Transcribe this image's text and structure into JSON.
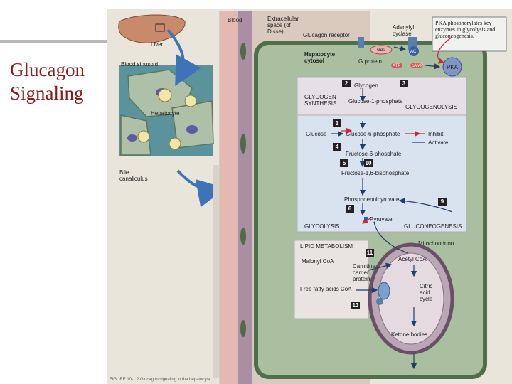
{
  "slide": {
    "title_line1": "Glucagon",
    "title_line2": "Signaling"
  },
  "labels": {
    "liver": "Liver",
    "blood_sinusoid": "Blood sinusoid",
    "hepatocyte": "Hepatocyte",
    "bile_canaliculus": "Bile canaliculus",
    "blood": "Blood",
    "extracellular_space": "Extracellular space (of Disse)",
    "glucagon_receptor": "Glucagon receptor",
    "adenylyl_cyclase": "Adenylyl cyclase",
    "pka_note": "PKA phosphorylates key enzymes in glycolysis and gluconeogenesis.",
    "hepatocyte_cytosol": "Hepatocyte cytosol",
    "g_protein": "G protein",
    "g_alpha_s": "Gαs",
    "ac": "AC",
    "atp": "ATP",
    "camp": "cAMP",
    "pka": "PKA",
    "glycogen": "Glycogen",
    "glycogen_synthesis": "GLYCOGEN SYNTHESIS",
    "glucose_1_phosphate": "Glucose-1-phosphate",
    "glycogenolysis": "GLYCOGENOLYSIS",
    "glucose": "Glucose",
    "glucose_6_phosphate": "Glucose-6-phosphate",
    "inhibit": "Inhibit",
    "activate": "Activate",
    "fructose_6_phosphate": "Fructose-6-phosphate",
    "fructose_16_bisphosphate": "Fructose-1,6-bisphosphate",
    "phosphoenolpyruvate": "Phosphoenolpyruvate",
    "pyruvate": "Pyruvate",
    "glycolysis": "GLYCOLYSIS",
    "gluconeogenesis": "GLUCONEOGENESIS",
    "lipid_metabolism": "LIPID METABOLISM",
    "mitochondrion": "Mitochondrion",
    "malonyl_coa": "Malonyl CoA",
    "acetyl_coa": "Acetyl CoA",
    "carnitine_carrier_protein": "Carnitine carrier protein",
    "free_fatty_acids_coa": "Free fatty acids CoA",
    "citric_acid_cycle": "Citric acid cycle",
    "ketone_bodies": "Ketone bodies",
    "figure_caption": "FIGURE 10-1.2 Glucagon signaling in the hepatocyte"
  },
  "steps": [
    "1",
    "2",
    "3",
    "4",
    "5",
    "6",
    "9",
    "10",
    "11",
    "13"
  ],
  "colors": {
    "title": "#8b1a1a",
    "cell_membrane": "#4f6e4b",
    "cytosol": "#aabfa0",
    "blood_band": "#e3b9b1",
    "pathway_panel": "#e5e0e5",
    "inhibit_arrow": "#c8283c",
    "activate_arrow": "#233d6b",
    "blue_arrow": "#3f73b8"
  }
}
